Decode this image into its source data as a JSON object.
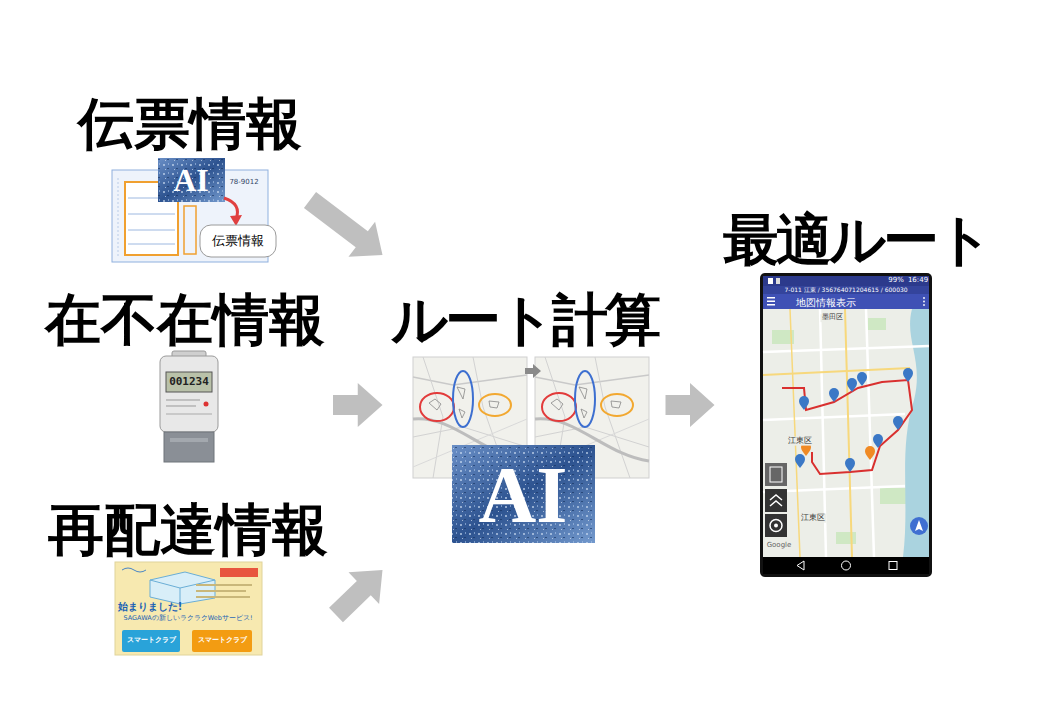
{
  "diagram": {
    "nodes": [
      {
        "text": [
          "伝票情報"
        ]
      },
      {
        "text": [
          "在不在情報"
        ]
      },
      {
        "text": [
          "再配達情報"
        ]
      },
      {
        "text": [
          "ルート計算"
        ]
      },
      {
        "text": [
          "最適ルート"
        ]
      }
    ],
    "edges": [
      {
        "from": 0,
        "to": 3,
        "arrow": "to"
      },
      {
        "from": 1,
        "to": 3,
        "arrow": "to"
      },
      {
        "from": 2,
        "to": 3,
        "arrow": "to"
      },
      {
        "from": 3,
        "to": 4,
        "arrow": "to"
      }
    ],
    "labels": [
      "AI",
      "78-9012",
      "伝票情報",
      "001234",
      "始まりました!",
      "SAGAWAの新しいラクラクWebサービス!",
      "スマートクラブ",
      "スマートクラブ",
      "AI",
      "16:49",
      "99%",
      "7-011 江東 / 356764071204615 / 600030",
      "地図情報表示",
      "墨田区",
      "江東区",
      "江東区",
      "Google"
    ]
  }
}
